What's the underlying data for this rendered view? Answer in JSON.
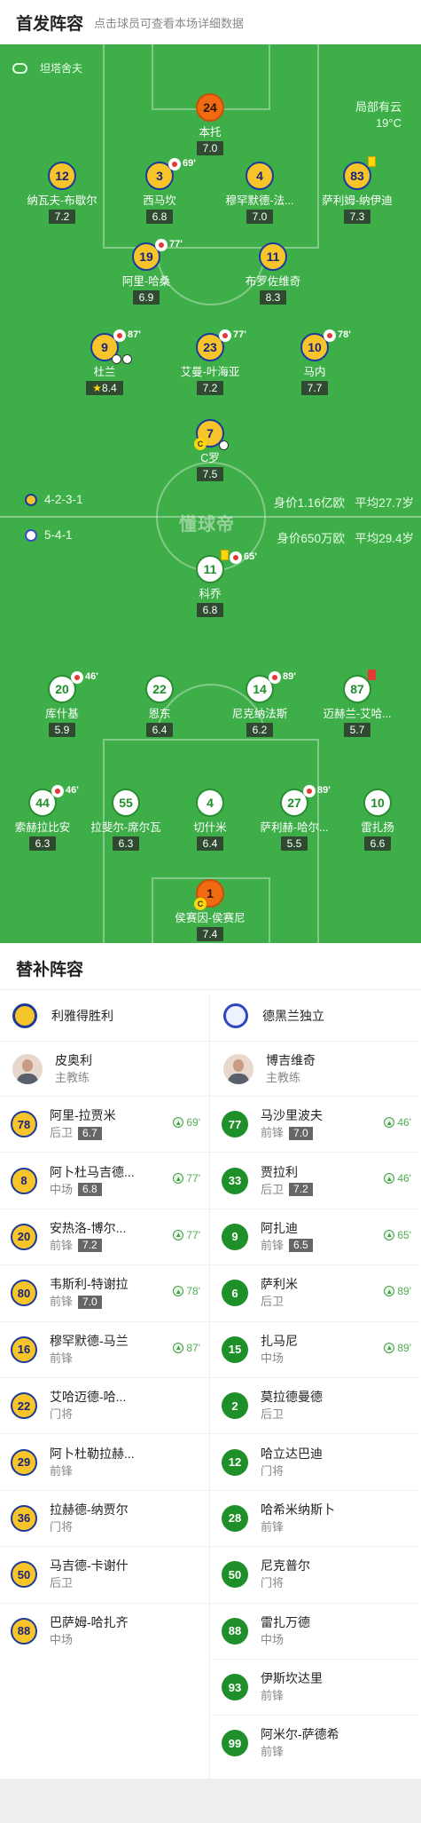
{
  "header": {
    "title": "首发阵容",
    "subtitle": "点击球员可查看本场详细数据"
  },
  "pitch": {
    "stadium": "坦塔舍夫",
    "weather": {
      "line1": "局部有云",
      "line2": "19°C"
    },
    "home_team": {
      "formation": "4-2-3-1",
      "value": "身价1.16亿欧",
      "age": "平均27.7岁"
    },
    "away_team": {
      "formation": "5-4-1",
      "value": "身价650万欧",
      "age": "平均29.4岁"
    },
    "watermark": "懂球帝",
    "home_players": [
      {
        "num": "24",
        "name": "本托",
        "rating": "7.0"
      },
      {
        "num": "12",
        "name": "纳瓦夫-布歇尔",
        "rating": "7.2"
      },
      {
        "num": "3",
        "name": "西马坎",
        "rating": "6.8",
        "sub_min": "69'"
      },
      {
        "num": "4",
        "name": "穆罕默德-法...",
        "rating": "7.0"
      },
      {
        "num": "83",
        "name": "萨利姆-纳伊迪",
        "rating": "7.3"
      },
      {
        "num": "19",
        "name": "阿里-哈桑",
        "rating": "6.9",
        "sub_min": "77'"
      },
      {
        "num": "11",
        "name": "布罗佐维奇",
        "rating": "8.3"
      },
      {
        "num": "9",
        "name": "杜兰",
        "rating": "8.4",
        "sub_min": "87'"
      },
      {
        "num": "23",
        "name": "艾曼-叶海亚",
        "rating": "7.2",
        "sub_min": "77'"
      },
      {
        "num": "10",
        "name": "马内",
        "rating": "7.7",
        "sub_min": "78'"
      },
      {
        "num": "7",
        "name": "C罗",
        "rating": "7.5"
      }
    ],
    "away_players": [
      {
        "num": "11",
        "name": "科乔",
        "rating": "6.8",
        "sub_min": "65'"
      },
      {
        "num": "20",
        "name": "库什基",
        "rating": "5.9",
        "sub_min": "46'"
      },
      {
        "num": "22",
        "name": "恩东",
        "rating": "6.4"
      },
      {
        "num": "14",
        "name": "尼克纳法斯",
        "rating": "6.2",
        "sub_min": "89'"
      },
      {
        "num": "87",
        "name": "迈赫兰-艾哈...",
        "rating": "5.7"
      },
      {
        "num": "44",
        "name": "索赫拉比安",
        "rating": "6.3",
        "sub_min": "46'"
      },
      {
        "num": "55",
        "name": "拉斐尔-席尔瓦",
        "rating": "6.3"
      },
      {
        "num": "4",
        "name": "切什米",
        "rating": "6.4"
      },
      {
        "num": "27",
        "name": "萨利赫-哈尔...",
        "rating": "5.5",
        "sub_min": "89'"
      },
      {
        "num": "10",
        "name": "雷扎扬",
        "rating": "6.6"
      },
      {
        "num": "1",
        "name": "侯赛因-侯赛尼",
        "rating": "7.4"
      }
    ]
  },
  "subs": {
    "title": "替补阵容",
    "home": {
      "team": "利雅得胜利",
      "coach": "皮奥利",
      "coach_role": "主教练",
      "players": [
        {
          "num": "78",
          "name": "阿里-拉贾米",
          "pos": "后卫",
          "rating": "6.7",
          "in": "69'"
        },
        {
          "num": "8",
          "name": "阿卜杜马吉德...",
          "pos": "中场",
          "rating": "6.8",
          "in": "77'"
        },
        {
          "num": "20",
          "name": "安热洛-博尔...",
          "pos": "前锋",
          "rating": "7.2",
          "in": "77'"
        },
        {
          "num": "80",
          "name": "韦斯利-特谢拉",
          "pos": "前锋",
          "rating": "7.0",
          "in": "78'"
        },
        {
          "num": "16",
          "name": "穆罕默德-马兰",
          "pos": "前锋",
          "in": "87'"
        },
        {
          "num": "22",
          "name": "艾哈迈德-哈...",
          "pos": "门将"
        },
        {
          "num": "29",
          "name": "阿卜杜勒拉赫...",
          "pos": "前锋"
        },
        {
          "num": "36",
          "name": "拉赫德-纳贾尔",
          "pos": "门将"
        },
        {
          "num": "50",
          "name": "马吉德-卡谢什",
          "pos": "后卫"
        },
        {
          "num": "88",
          "name": "巴萨姆-哈扎齐",
          "pos": "中场"
        }
      ]
    },
    "away": {
      "team": "德黑兰独立",
      "coach": "博吉维奇",
      "coach_role": "主教练",
      "players": [
        {
          "num": "77",
          "name": "马沙里波夫",
          "pos": "前锋",
          "rating": "7.0",
          "in": "46'"
        },
        {
          "num": "33",
          "name": "贾拉利",
          "pos": "后卫",
          "rating": "7.2",
          "in": "46'"
        },
        {
          "num": "9",
          "name": "阿扎迪",
          "pos": "前锋",
          "rating": "6.5",
          "in": "65'"
        },
        {
          "num": "6",
          "name": "萨利米",
          "pos": "后卫",
          "in": "89'"
        },
        {
          "num": "15",
          "name": "扎马尼",
          "pos": "中场",
          "in": "89'"
        },
        {
          "num": "2",
          "name": "莫拉德曼德",
          "pos": "后卫"
        },
        {
          "num": "12",
          "name": "哈立达巴迪",
          "pos": "门将"
        },
        {
          "num": "28",
          "name": "哈希米纳斯卜",
          "pos": "前锋"
        },
        {
          "num": "50",
          "name": "尼克普尔",
          "pos": "门将"
        },
        {
          "num": "88",
          "name": "雷扎万德",
          "pos": "中场"
        },
        {
          "num": "93",
          "name": "伊斯坎达里",
          "pos": "前锋"
        },
        {
          "num": "99",
          "name": "阿米尔-萨德希",
          "pos": "前锋"
        }
      ]
    }
  }
}
